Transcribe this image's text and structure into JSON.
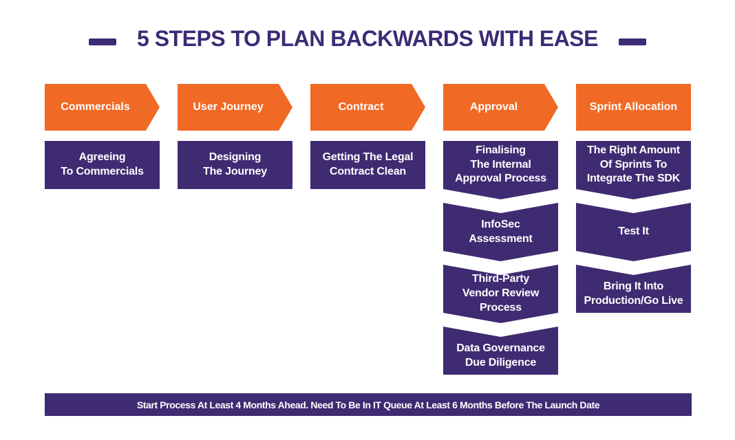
{
  "title": {
    "text": "5 STEPS TO PLAN BACKWARDS WITH EASE"
  },
  "colors": {
    "accent_orange": "#F06A26",
    "primary_purple": "#3F2B72",
    "title_purple": "#3C2B75",
    "background": "#FFFFFF",
    "text_on_fill": "#FFFFFF"
  },
  "columns": [
    {
      "header": "Commercials",
      "boxes": [
        {
          "text": "Agreeing\nTo Commercials"
        }
      ]
    },
    {
      "header": "User Journey",
      "boxes": [
        {
          "text": "Designing\nThe Journey"
        }
      ]
    },
    {
      "header": "Contract",
      "boxes": [
        {
          "text": "Getting The Legal\nContract Clean"
        }
      ]
    },
    {
      "header": "Approval",
      "boxes": [
        {
          "text": "Finalising\nThe Internal\nApproval Process"
        },
        {
          "text": "InfoSec\nAssessment"
        },
        {
          "text": "Third-Party\nVendor Review\nProcess"
        },
        {
          "text": "Data Governance\nDue Diligence"
        }
      ]
    },
    {
      "header": "Sprint Allocation",
      "boxes": [
        {
          "text": "The Right Amount\nOf Sprints To\nIntegrate The SDK"
        },
        {
          "text": "Test It"
        },
        {
          "text": "Bring It Into\nProduction/Go Live"
        }
      ]
    }
  ],
  "footer": {
    "text": "Start Process At Least 4 Months Ahead. Need To Be In IT Queue At Least 6 Months Before The Launch Date"
  }
}
